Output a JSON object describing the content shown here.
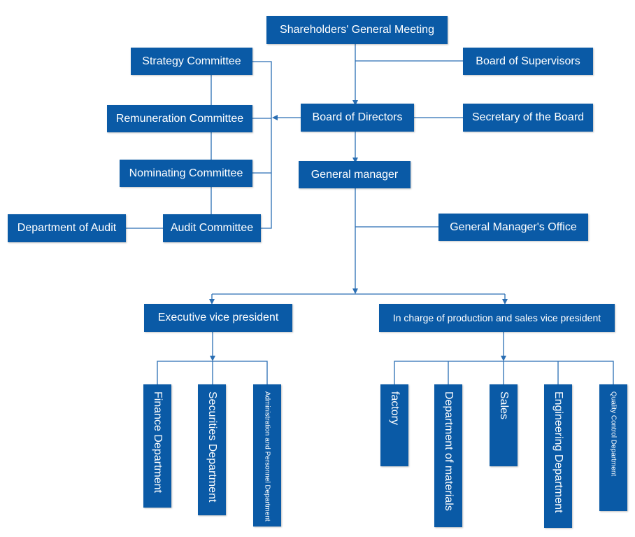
{
  "colors": {
    "box": "#0a5aa6",
    "line": "#2a6eb3"
  },
  "nodes": {
    "shareholders": "Shareholders' General Meeting",
    "board_supervisors": "Board of Supervisors",
    "board_directors": "Board of Directors",
    "secretary": "Secretary of the Board",
    "general_manager": "General manager",
    "gm_office": "General Manager's Office",
    "strategy": "Strategy Committee",
    "remuneration": "Remuneration Committee",
    "nominating": "Nominating Committee",
    "audit_committee": "Audit Committee",
    "dept_audit": "Department of Audit",
    "exec_vp": "Executive vice president",
    "prod_sales_vp": "In charge of production and sales vice president",
    "finance": "Finance Department",
    "securities": "Securities Department",
    "admin_personnel": "Administration and Personnel Department",
    "factory": "factory",
    "materials": "Department of materials",
    "sales": "Sales",
    "engineering": "Engineering Department",
    "quality": "Quality Control Department"
  }
}
